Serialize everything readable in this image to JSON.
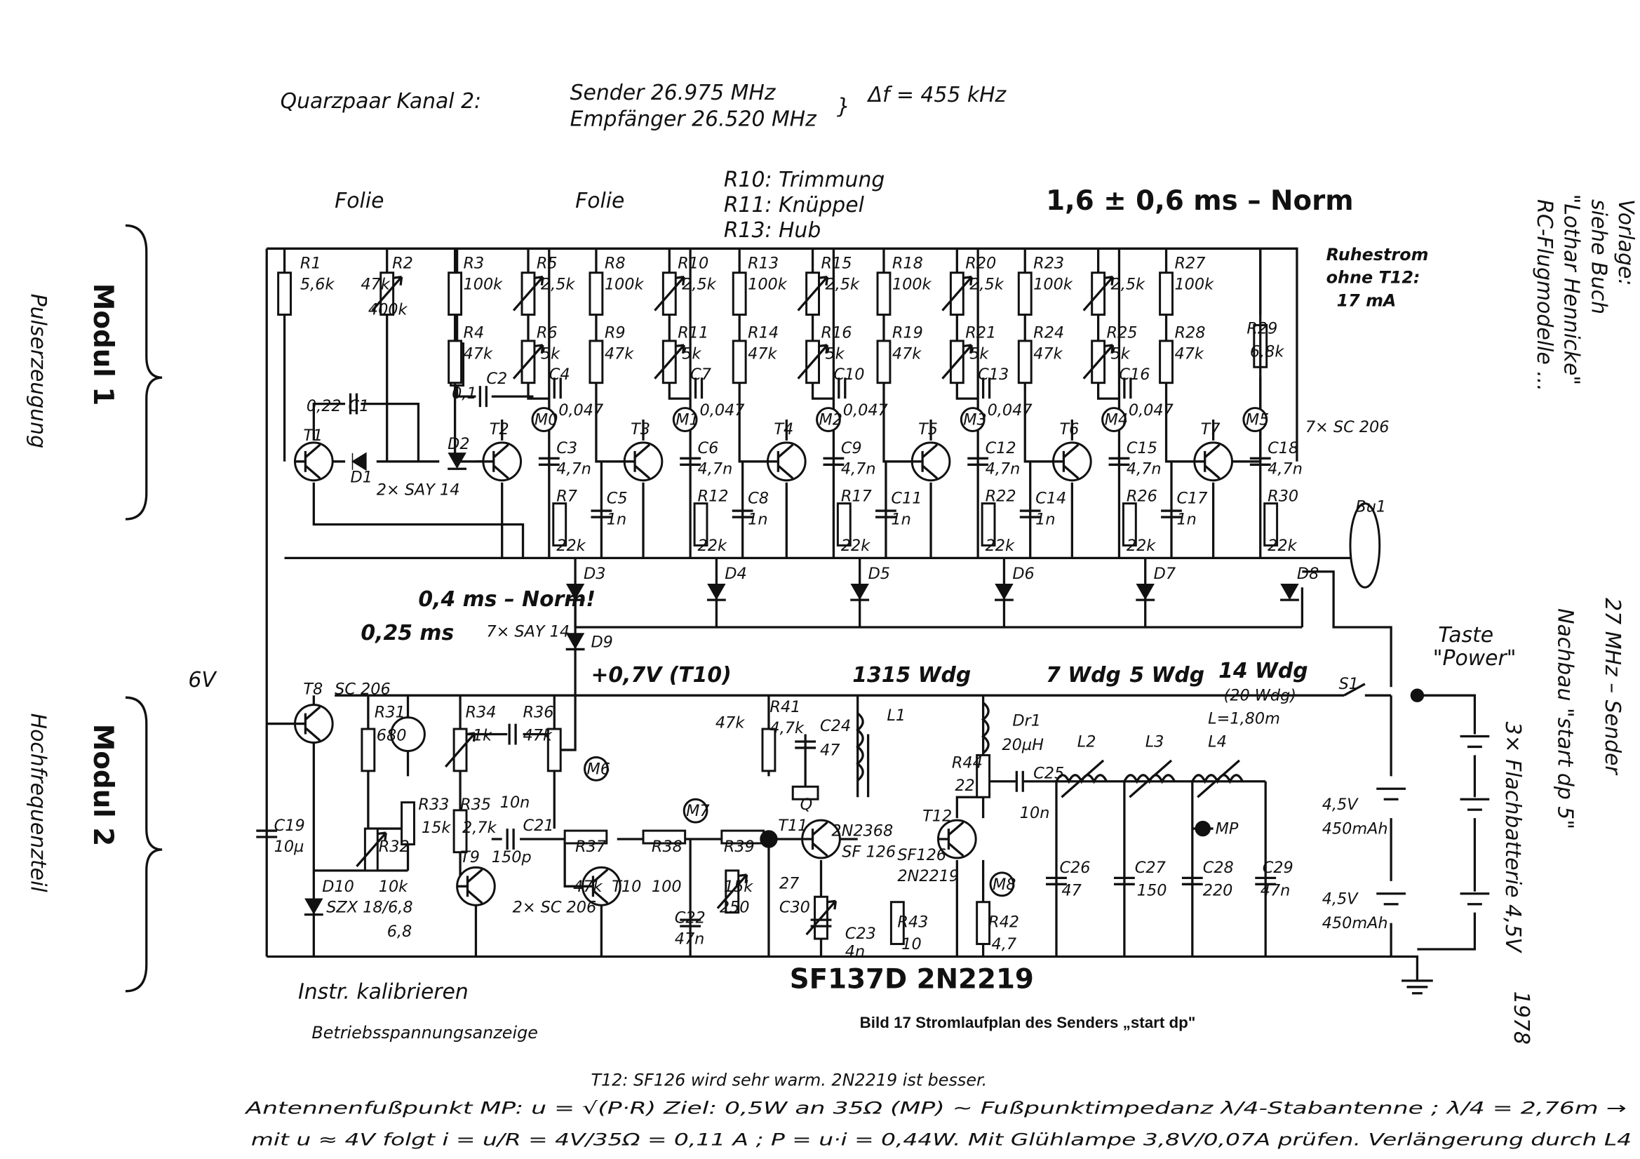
{
  "header": {
    "title": "Quarzpaar Kanal 2:",
    "sender": "Sender 26.975 MHz",
    "receiver": "Empfänger 26.520 MHz",
    "delta": "Δf = 455 kHz"
  },
  "annotations": {
    "folie_1": "Folie",
    "folie_2": "Folie",
    "r10_note": "R10: Trimmung",
    "r11_note": "R11: Knüppel",
    "r13_note": "R13: Hub",
    "norm": "1,6 ± 0,6 ms – Norm",
    "idle_1": "Ruhestrom",
    "idle_2": "ohne T12:",
    "idle_3": "17 mA",
    "modul1": "Modul 1",
    "modul1_sub": "Pulserzeugung",
    "modul2": "Modul 2",
    "modul2_sub": "Hochfrequenzteil",
    "supply": "6V",
    "pulse_norm": "0,4 ms – Norm!",
    "pulse_025": "0,25 ms",
    "diodes": "7× SAY 14",
    "bias": "+0,7V (T10)",
    "wdg_1315": "1315 Wdg",
    "wdg_7": "7 Wdg",
    "wdg_5": "5 Wdg",
    "wdg_14": "14 Wdg",
    "wdg_20": "(20 Wdg)",
    "taste": "Taste",
    "power": "\"Power\"",
    "rf_title": "27 MHz – Sender",
    "rebuild": "Nachbau \"start dp 5\"",
    "battery": "3× Flachbatterie 4,5V",
    "year": "1978",
    "source_1": "Vorlage:",
    "source_2": "siehe Buch",
    "source_3": "\"Lothar Hennicke\"",
    "source_4": "RC-Flugmodelle ...",
    "transistor_swap": "SF137D  2N2219",
    "calibrate": "Instr. kalibrieren",
    "voltage_display": "Betriebsspannungsanzeige",
    "caption": "Bild 17  Stromlaufplan des Senders „start dp\"",
    "note_1": "T12: SF126 wird sehr warm. 2N2219 ist besser.",
    "note_2": "Antennenfußpunkt MP:  u = √(P·R)   Ziel: 0,5W an 35Ω (MP)  ~ Fußpunktimpedanz λ/4-Stabantenne ; λ/4 = 2,76m →",
    "note_3": "mit u ≈ 4V  folgt  i = u/R = 4V/35Ω = 0,11 A ;  P = u·i = 0,44W. Mit Glühlampe 3,8V/0,07A prüfen. Verlängerung durch L4"
  },
  "module1": {
    "labels": [
      "R1",
      "5,6k",
      "R2",
      "47k",
      "400k",
      "0,22",
      "C1",
      "T1",
      "D1",
      "D2",
      "2× SAY 14",
      "7× SC 206",
      "Bu1",
      "D8",
      "D9",
      "R29",
      "6,8k"
    ],
    "stages": [
      {
        "t": "T2",
        "m": "M0",
        "rf": "R3",
        "rfv": "100k",
        "rb": "R4",
        "rbv": "47k",
        "ta": "R5",
        "tav": "2,5k",
        "tb": "R6",
        "tbv": "5k",
        "cc": "C4",
        "ccv": "0,047",
        "ck": "C3",
        "ckv": "4,7n",
        "re": "R7",
        "rev": "22k",
        "cb": "C5",
        "cbv": "1n",
        "d": "D3",
        "cin": "C2",
        "cinv": "0,1"
      },
      {
        "t": "T3",
        "m": "M1",
        "rf": "R8",
        "rfv": "100k",
        "rb": "R9",
        "rbv": "47k",
        "ta": "R10",
        "tav": "2,5k",
        "tb": "R11",
        "tbv": "5k",
        "cc": "C7",
        "ccv": "0,047",
        "ck": "C6",
        "ckv": "4,7n",
        "re": "R12",
        "rev": "22k",
        "cb": "C8",
        "cbv": "1n",
        "d": "D4"
      },
      {
        "t": "T4",
        "m": "M2",
        "rf": "R13",
        "rfv": "100k",
        "rb": "R14",
        "rbv": "47k",
        "ta": "R15",
        "tav": "2,5k",
        "tb": "R16",
        "tbv": "5k",
        "cc": "C10",
        "ccv": "0,047",
        "ck": "C9",
        "ckv": "4,7n",
        "re": "R17",
        "rev": "22k",
        "cb": "C11",
        "cbv": "1n",
        "d": "D5"
      },
      {
        "t": "T5",
        "m": "M3",
        "rf": "R18",
        "rfv": "100k",
        "rb": "R19",
        "rbv": "47k",
        "ta": "R20",
        "tav": "2,5k",
        "tb": "R21",
        "tbv": "5k",
        "cc": "C13",
        "ccv": "0,047",
        "ck": "C12",
        "ckv": "4,7n",
        "re": "R22",
        "rev": "22k",
        "cb": "C14",
        "cbv": "1n",
        "d": "D6"
      },
      {
        "t": "T6",
        "m": "M4",
        "rf": "R23",
        "rfv": "100k",
        "rb": "R24",
        "rbv": "47k",
        "ta": "",
        "tav": "2,5k",
        "tb": "R25",
        "tbv": "5k",
        "cc": "C16",
        "ccv": "0,047",
        "ck": "C15",
        "ckv": "4,7n",
        "re": "R26",
        "rev": "22k",
        "cb": "C17",
        "cbv": "1n",
        "d": "D7"
      },
      {
        "t": "T7",
        "m": "M5",
        "rf": "R27",
        "rfv": "100k",
        "rb": "R28",
        "rbv": "47k",
        "ck": "C18",
        "ckv": "4,7n",
        "re": "R30",
        "rev": "22k"
      }
    ]
  },
  "module2": {
    "labels": [
      "T8",
      "SC 206",
      "R31",
      "680",
      "C19",
      "10µ",
      "D10",
      "SZX 18/6,8",
      "6,8",
      "R32",
      "10k",
      "R33",
      "15k",
      "R34",
      "1k",
      "R36",
      "47k",
      "R35",
      "2,7k",
      "10n",
      "C21",
      "150p",
      "T9",
      "2× SC 206",
      "M6",
      "R37",
      "47k",
      "T10",
      "R38",
      "100",
      "M7",
      "R39",
      "15k",
      "250",
      "C22",
      "47n",
      "27",
      "C30",
      "47k",
      "R41",
      "4,7k",
      "C24",
      "47",
      "Q",
      "T11",
      "2N2368",
      "SF 126",
      "C23",
      "4n",
      "L1",
      "Dr1",
      "20µH",
      "R44",
      "22",
      "T12",
      "SF126",
      "2N2219",
      "M8",
      "R43",
      "10",
      "R42",
      "4,7",
      "C25",
      "10n",
      "L2",
      "L3",
      "L4",
      "L=1,80m",
      "MP",
      "C26",
      "47",
      "C27",
      "150",
      "C28",
      "220",
      "C29",
      "47n",
      "S1",
      "4,5V",
      "450mAh",
      "4,5V",
      "450mAh"
    ]
  }
}
